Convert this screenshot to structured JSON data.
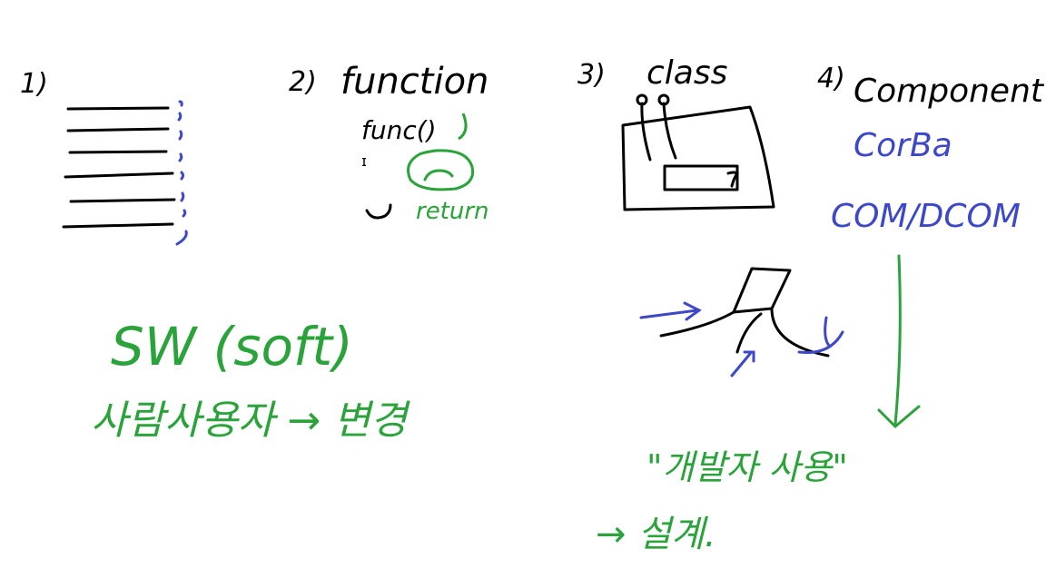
{
  "colors": {
    "black": "#000000",
    "green": "#2aa33a",
    "blue": "#3c48c8",
    "background": "#ffffff"
  },
  "sections": {
    "s1": {
      "number": "1)"
    },
    "s2": {
      "number": "2)",
      "title": "function",
      "call_label": "func()",
      "return_label": "return"
    },
    "s3": {
      "number": "3)",
      "title": "class"
    },
    "s4": {
      "number": "4)",
      "title": "Component",
      "items": [
        "CorBa",
        "COM/DCOM"
      ]
    }
  },
  "notes": {
    "sw_line": "SW (soft)",
    "korean_line": "사람사용자 → 변경",
    "quote_line": "\"개발자 사용\"",
    "arrow_line": "→ 설계."
  },
  "icons": [
    "hand-drawn-lines",
    "blue-dots",
    "rounded-box-icon",
    "plug-box-icon",
    "component-shape-icon",
    "arrow-icon"
  ]
}
